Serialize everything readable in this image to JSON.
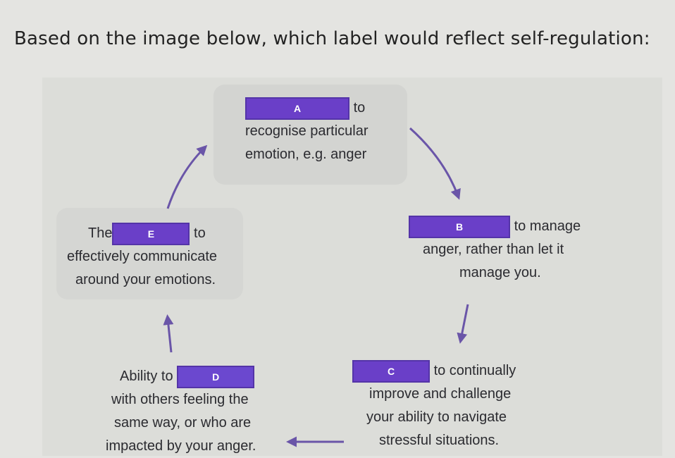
{
  "question": "Based on the image below, which label would reflect self-regulation:",
  "nodes": {
    "a": {
      "label": "A",
      "after": "to",
      "line2": "recognise particular",
      "line3": "emotion, e.g. anger"
    },
    "b": {
      "label": "B",
      "after": "to manage",
      "line2": "anger, rather than let it",
      "line3": "manage you."
    },
    "c": {
      "label": "C",
      "after": "to continually",
      "line2": "improve and challenge",
      "line3": "your ability to navigate",
      "line4": "stressful situations."
    },
    "d": {
      "before": "Ability to",
      "label": "D",
      "line2": "with others feeling the",
      "line3": "same way, or who are",
      "line4": "impacted by your anger."
    },
    "e": {
      "before": "The",
      "label": "E",
      "after": "to",
      "line2": "effectively communicate",
      "line3": "around your emotions."
    }
  },
  "colors": {
    "label_fill": "#6a3fc8",
    "arrow": "#6a55a8",
    "background": "#e4e4e1"
  },
  "icons": [
    "arrow-a-to-b-icon",
    "arrow-b-to-c-icon",
    "arrow-c-to-d-icon",
    "arrow-d-to-e-icon",
    "arrow-e-to-a-icon"
  ]
}
